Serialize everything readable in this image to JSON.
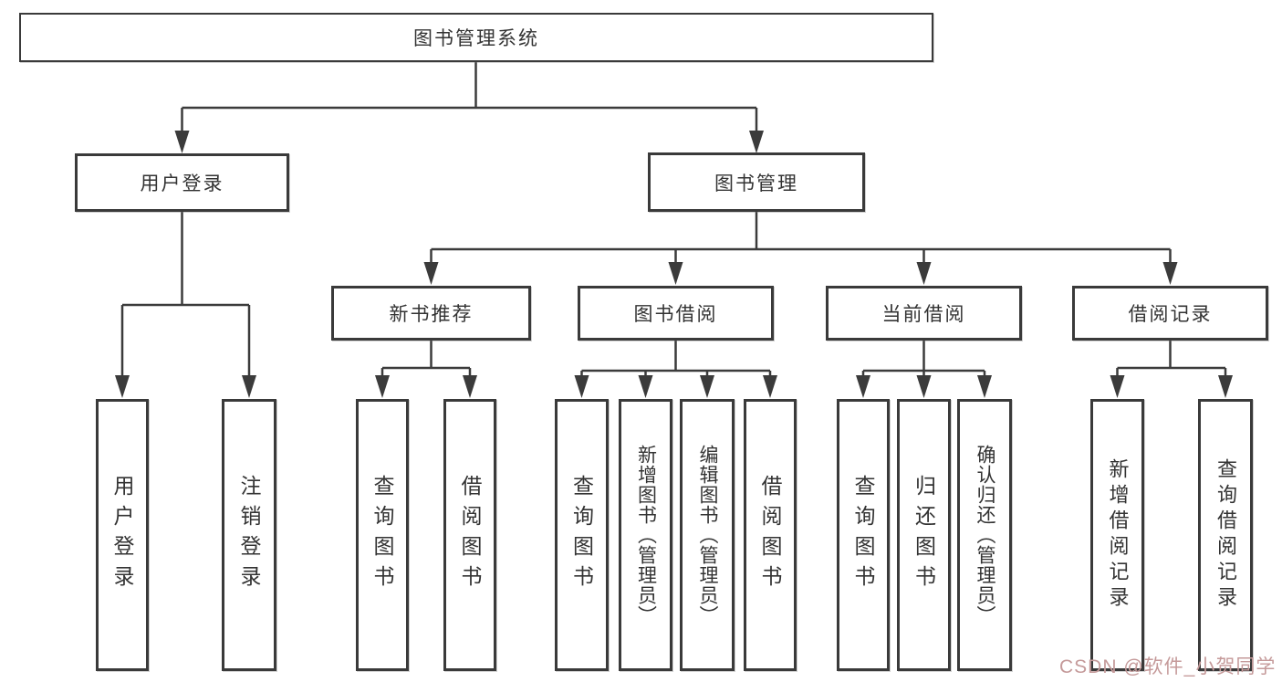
{
  "diagram": {
    "type": "hierarchy-tree",
    "title": "图书管理系统",
    "nodes": {
      "root": {
        "label": "图书管理系统"
      },
      "user_login": {
        "label": "用户登录"
      },
      "book_management": {
        "label": "图书管理"
      },
      "new_book_recommend": {
        "label": "新书推荐"
      },
      "book_borrowing": {
        "label": "图书借阅"
      },
      "current_borrowing": {
        "label": "当前借阅"
      },
      "borrowing_records": {
        "label": "借阅记录"
      },
      "leaf_user_login": {
        "label": "用户登录"
      },
      "leaf_logout": {
        "label": "注销登录"
      },
      "leaf_query_books_recommend": {
        "label": "查询图书"
      },
      "leaf_borrow_books_recommend": {
        "label": "借阅图书"
      },
      "leaf_query_books_borrowing": {
        "label": "查询图书"
      },
      "leaf_add_books_admin": {
        "label": "新增图书（管理员）"
      },
      "leaf_edit_books_admin": {
        "label": "编辑图书（管理员）"
      },
      "leaf_borrow_books_borrowing": {
        "label": "借阅图书"
      },
      "leaf_query_books_current": {
        "label": "查询图书"
      },
      "leaf_return_books": {
        "label": "归还图书"
      },
      "leaf_confirm_return_admin": {
        "label": "确认归还（管理员）"
      },
      "leaf_add_borrow_record": {
        "label": "新增借阅记录"
      },
      "leaf_query_borrow_record": {
        "label": "查询借阅记录"
      }
    },
    "edges": [
      "图书管理系统->用户登录",
      "图书管理系统->图书管理",
      "用户登录->用户登录",
      "用户登录->注销登录",
      "图书管理->新书推荐",
      "图书管理->图书借阅",
      "图书管理->当前借阅",
      "图书管理->借阅记录",
      "新书推荐->查询图书",
      "新书推荐->借阅图书",
      "图书借阅->查询图书",
      "图书借阅->新增图书（管理员）",
      "图书借阅->编辑图书（管理员）",
      "图书借阅->借阅图书",
      "当前借阅->查询图书",
      "当前借阅->归还图书",
      "当前借阅->确认归还（管理员）",
      "借阅记录->新增借阅记录",
      "借阅记录->查询借阅记录"
    ]
  },
  "watermark": {
    "text": "CSDN @软件_小贺同学"
  },
  "colors": {
    "background": "#ffffff",
    "line": "#3b3b3b",
    "border": "#3a3a3a",
    "text": "#333333",
    "watermark": "#c59a9a"
  }
}
